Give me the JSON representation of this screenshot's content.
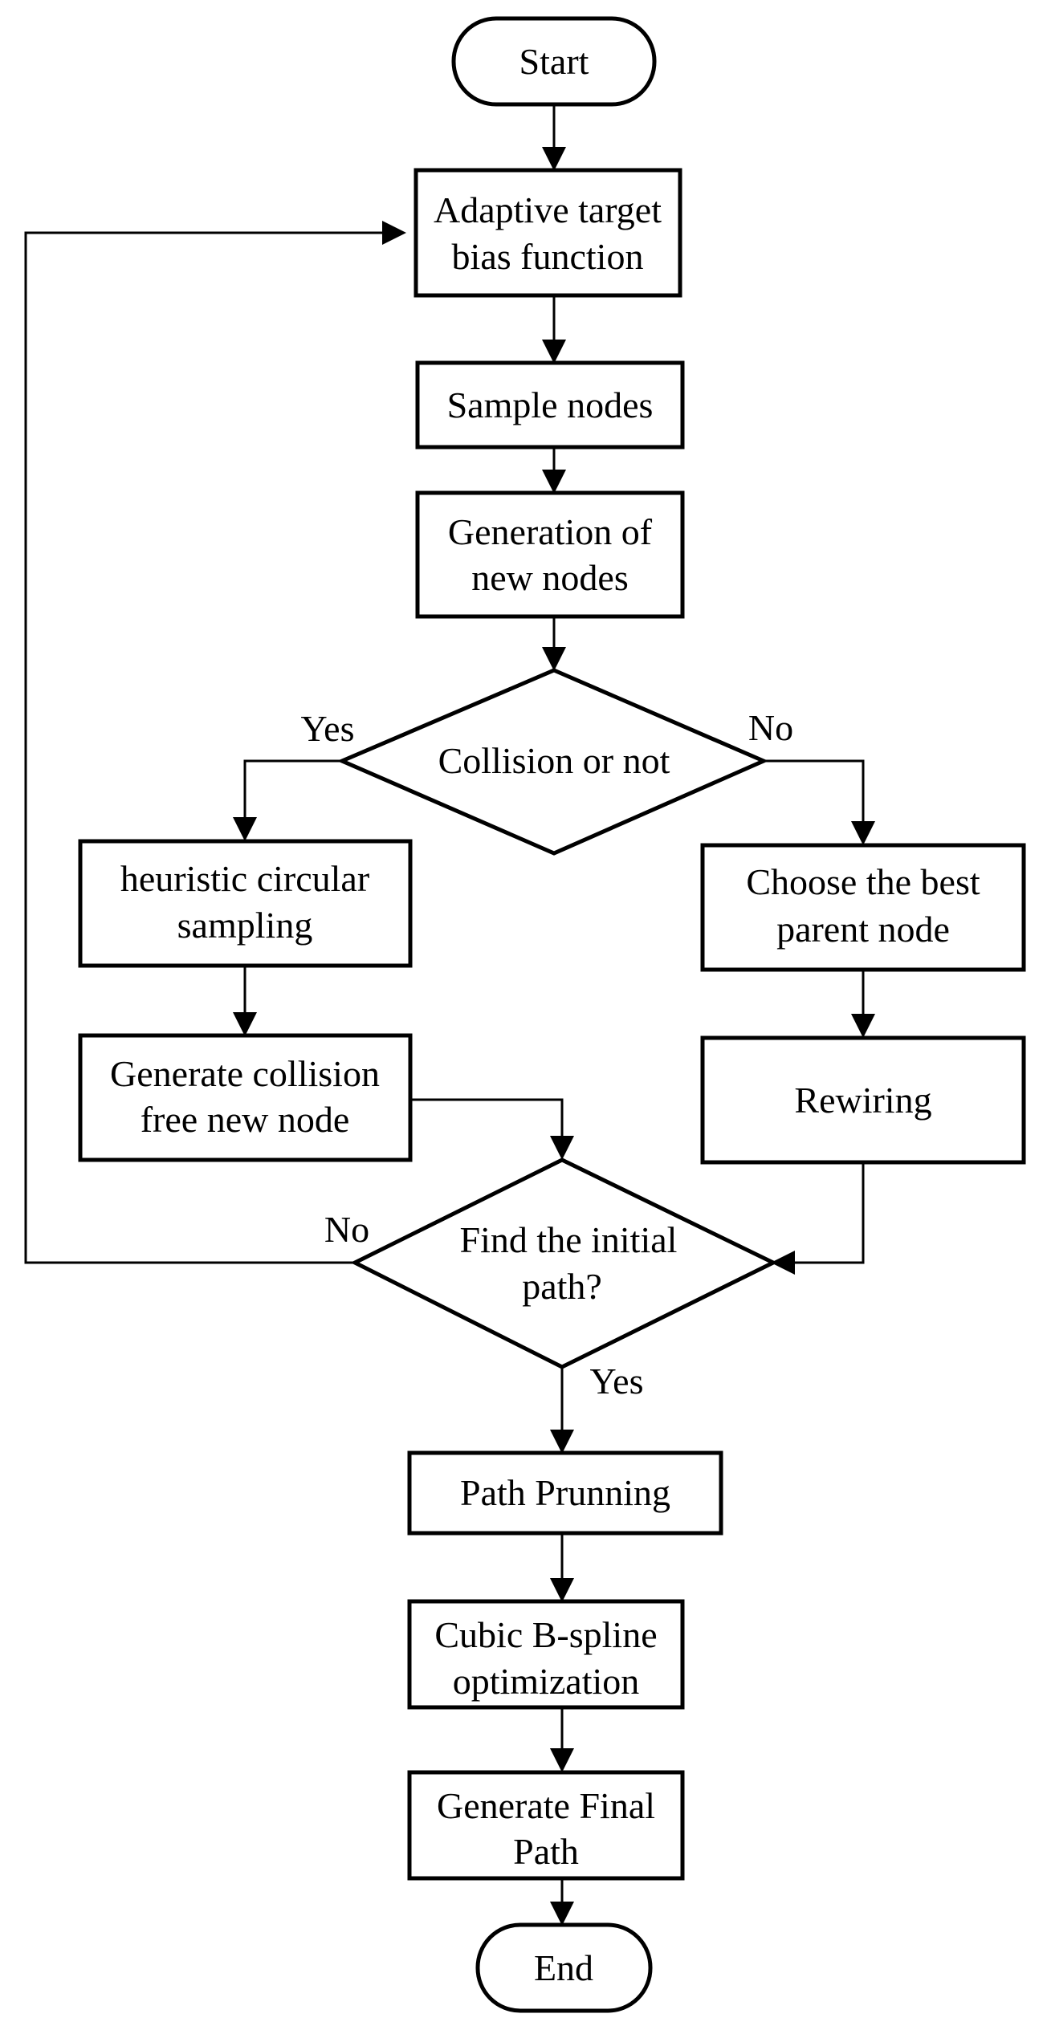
{
  "nodes": {
    "start": "Start",
    "adaptive": [
      "Adaptive target",
      "bias function"
    ],
    "sample": "Sample nodes",
    "generation": [
      "Generation of",
      "new nodes"
    ],
    "collision": "Collision or not",
    "heuristic": [
      "heuristic circular",
      "sampling"
    ],
    "choose": [
      "Choose the best",
      "parent node"
    ],
    "generate_free": [
      "Generate collision",
      "free new node"
    ],
    "rewiring": "Rewiring",
    "find_path": [
      "Find the initial",
      "path?"
    ],
    "prunning": "Path Prunning",
    "bspline": [
      "Cubic B-spline",
      "optimization"
    ],
    "final": [
      "Generate Final",
      "Path"
    ],
    "end": "End"
  },
  "edge_labels": {
    "collision_yes": "Yes",
    "collision_no": "No",
    "find_no": "No",
    "find_yes": "Yes"
  },
  "colors": {
    "stroke": "#000000",
    "background": "#ffffff"
  }
}
